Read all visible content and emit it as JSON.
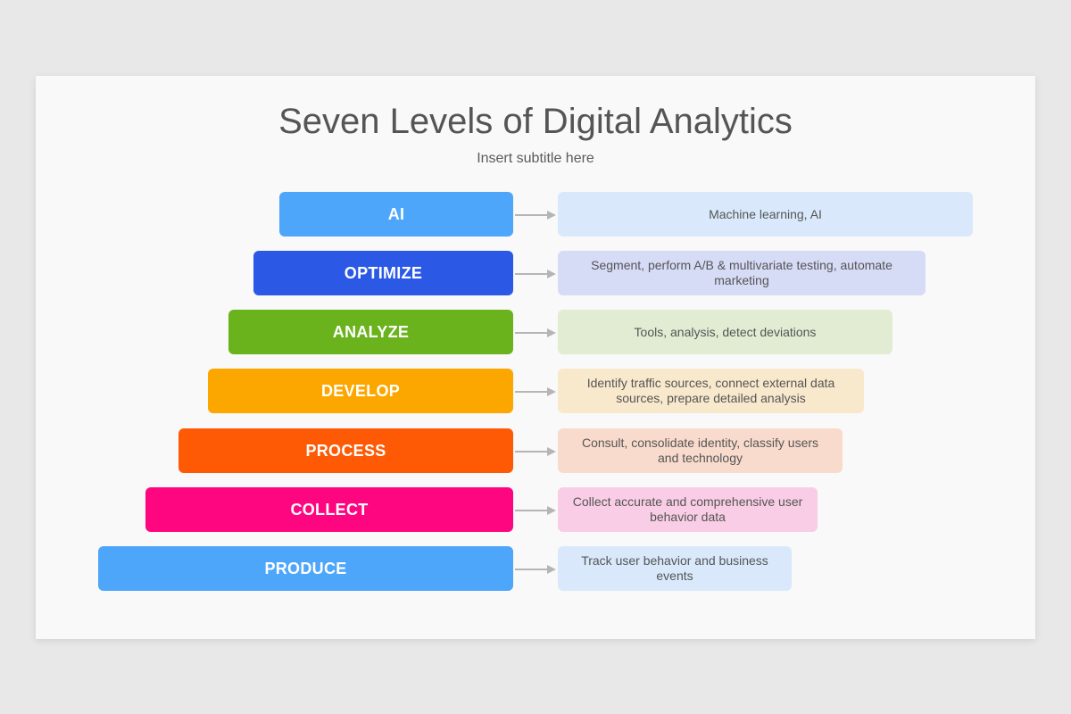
{
  "header": {
    "title": "Seven Levels of Digital Analytics",
    "subtitle": "Insert subtitle here"
  },
  "levels": [
    {
      "label": "AI",
      "description": "Machine learning, AI",
      "color": "#4da6fa",
      "desc_color": "#d9e9fb"
    },
    {
      "label": "OPTIMIZE",
      "description": "Segment, perform A/B & multivariate testing, automate marketing",
      "color": "#2b59e6",
      "desc_color": "#d6dbf6"
    },
    {
      "label": "ANALYZE",
      "description": "Tools, analysis, detect deviations",
      "color": "#6ab31c",
      "desc_color": "#e1ecd3"
    },
    {
      "label": "DEVELOP",
      "description": "Identify traffic sources, connect external data sources, prepare detailed analysis",
      "color": "#fba700",
      "desc_color": "#f8e9cc"
    },
    {
      "label": "PROCESS",
      "description": "Consult, consolidate identity, classify users and technology",
      "color": "#fe5a05",
      "desc_color": "#f9dbcd"
    },
    {
      "label": "COLLECT",
      "description": "Collect accurate and comprehensive user behavior data",
      "color": "#fe0680",
      "desc_color": "#f9cde5"
    },
    {
      "label": "PRODUCE",
      "description": "Track user behavior and business events",
      "color": "#4da6fa",
      "desc_color": "#d9e9fb"
    }
  ]
}
